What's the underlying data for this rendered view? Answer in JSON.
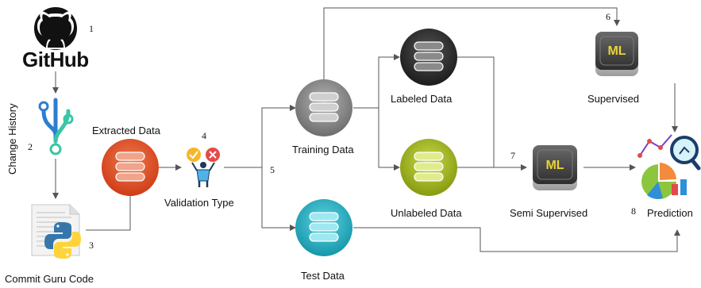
{
  "nodes": {
    "github": {
      "label": "GitHub",
      "step": "1"
    },
    "change_history": {
      "label": "Change History",
      "step": "2"
    },
    "commit_guru": {
      "label": "Commit Guru Code",
      "step": "3"
    },
    "extracted": {
      "label": "Extracted Data"
    },
    "validation": {
      "label": "Validation Type",
      "step": "4"
    },
    "split_step": "5",
    "training": {
      "label": "Training Data"
    },
    "test": {
      "label": "Test Data"
    },
    "labeled": {
      "label": "Labeled Data"
    },
    "unlabeled": {
      "label": "Unlabeled Data"
    },
    "supervised": {
      "label": "Supervised",
      "step": "6",
      "badge": "ML"
    },
    "semi": {
      "label": "Semi Supervised",
      "step": "7",
      "badge": "ML"
    },
    "prediction": {
      "label": "Prediction",
      "step": "8"
    }
  },
  "colors": {
    "extracted": "#e4522b",
    "training": "#8c8c8c",
    "test": "#26b6c9",
    "labeled": "#333333",
    "unlabeled": "#a8bd1d",
    "ml_badge": "#e9d23a",
    "arrow": "#555555"
  },
  "icons": {
    "github": "github-octocat-icon",
    "change_history": "git-branch-icon",
    "commit_guru": "python-file-icon",
    "validation": "person-check-cross-icon",
    "ml": "ml-chip-icon",
    "prediction": "chart-magnifier-icon"
  }
}
